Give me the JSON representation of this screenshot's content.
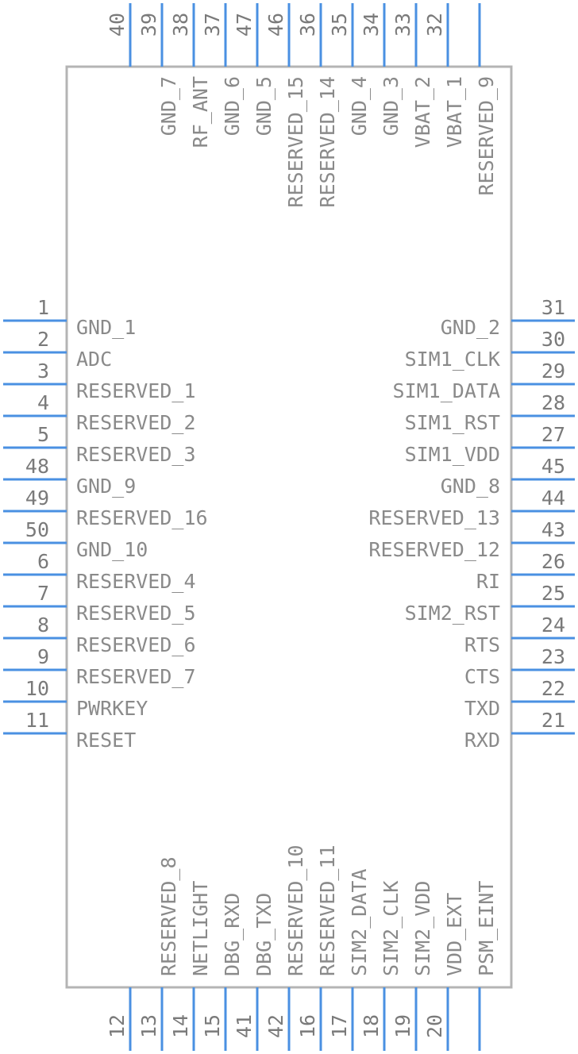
{
  "component": {
    "colors": {
      "pin": "#4a90e2",
      "body_stroke": "#b4b4b4",
      "text": "#8a8a8a"
    }
  },
  "pins": {
    "left": [
      {
        "num": "1",
        "name": "GND_1"
      },
      {
        "num": "2",
        "name": "ADC"
      },
      {
        "num": "3",
        "name": "RESERVED_1"
      },
      {
        "num": "4",
        "name": "RESERVED_2"
      },
      {
        "num": "5",
        "name": "RESERVED_3"
      },
      {
        "num": "48",
        "name": "GND_9"
      },
      {
        "num": "49",
        "name": "RESERVED_16"
      },
      {
        "num": "50",
        "name": "GND_10"
      },
      {
        "num": "6",
        "name": "RESERVED_4"
      },
      {
        "num": "7",
        "name": "RESERVED_5"
      },
      {
        "num": "8",
        "name": "RESERVED_6"
      },
      {
        "num": "9",
        "name": "RESERVED_7"
      },
      {
        "num": "10",
        "name": "PWRKEY"
      },
      {
        "num": "11",
        "name": "RESET"
      }
    ],
    "right": [
      {
        "num": "31",
        "name": "GND_2"
      },
      {
        "num": "30",
        "name": "SIM1_CLK"
      },
      {
        "num": "29",
        "name": "SIM1_DATA"
      },
      {
        "num": "28",
        "name": "SIM1_RST"
      },
      {
        "num": "27",
        "name": "SIM1_VDD"
      },
      {
        "num": "45",
        "name": "GND_8"
      },
      {
        "num": "44",
        "name": "RESERVED_13"
      },
      {
        "num": "43",
        "name": "RESERVED_12"
      },
      {
        "num": "26",
        "name": "RI"
      },
      {
        "num": "25",
        "name": "SIM2_RST"
      },
      {
        "num": "24",
        "name": "RTS"
      },
      {
        "num": "23",
        "name": "CTS"
      },
      {
        "num": "22",
        "name": "TXD"
      },
      {
        "num": "21",
        "name": "RXD"
      }
    ],
    "top": [
      {
        "num": "40",
        "name": ""
      },
      {
        "num": "39",
        "name": "GND_7"
      },
      {
        "num": "38",
        "name": "RF_ANT"
      },
      {
        "num": "37",
        "name": "GND_6"
      },
      {
        "num": "47",
        "name": "GND_5"
      },
      {
        "num": "46",
        "name": "RESERVED_15"
      },
      {
        "num": "36",
        "name": "RESERVED_14"
      },
      {
        "num": "35",
        "name": "GND_4"
      },
      {
        "num": "34",
        "name": "GND_3"
      },
      {
        "num": "33",
        "name": "VBAT_2"
      },
      {
        "num": "32",
        "name": "VBAT_1"
      },
      {
        "num": "",
        "name": "RESERVED_9"
      }
    ],
    "bottom": [
      {
        "num": "12",
        "name": ""
      },
      {
        "num": "13",
        "name": "RESERVED_8"
      },
      {
        "num": "14",
        "name": "NETLIGHT"
      },
      {
        "num": "15",
        "name": "DBG_RXD"
      },
      {
        "num": "41",
        "name": "DBG_TXD"
      },
      {
        "num": "42",
        "name": "RESERVED_10"
      },
      {
        "num": "16",
        "name": "RESERVED_11"
      },
      {
        "num": "17",
        "name": "SIM2_DATA"
      },
      {
        "num": "18",
        "name": "SIM2_CLK"
      },
      {
        "num": "19",
        "name": "SIM2_VDD"
      },
      {
        "num": "20",
        "name": "VDD_EXT"
      },
      {
        "num": "",
        "name": "PSM_EINT"
      }
    ]
  }
}
